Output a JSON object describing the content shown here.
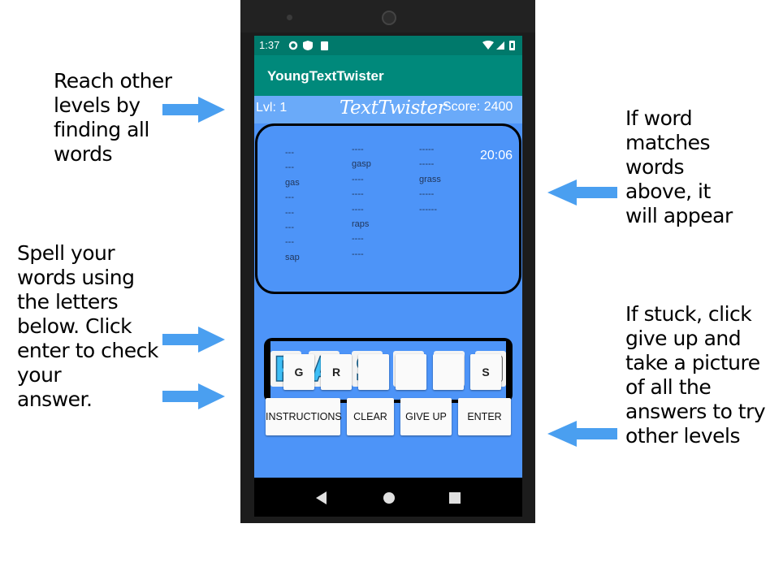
{
  "annotations": {
    "top_left": "Reach other\nlevels by\nfinding all\nwords",
    "middle_left": "Spell your\nwords using\nthe letters\nbelow. Click\nenter to check\nyour\nanswer.",
    "top_right": "If word\nmatches\nwords\nabove, it\nwill appear",
    "bottom_right": "If stuck, click\ngive up and\ntake a picture\nof all the\nanswers to try\nother levels"
  },
  "status_bar": {
    "time": "1:37"
  },
  "app_bar": {
    "title": "YoungTextTwister"
  },
  "header": {
    "level": "Lvl: 1",
    "logo": "TextTwister",
    "score": "Score: 2400"
  },
  "timer": "20:06",
  "word_columns": [
    [
      "---",
      "---",
      "gas",
      "---",
      "---",
      "---",
      "---",
      "sap"
    ],
    [
      "----",
      "gasp",
      "----",
      "----",
      "----",
      "raps",
      "----",
      "----"
    ],
    [
      "-----",
      "-----",
      "grass",
      "-----",
      "------"
    ]
  ],
  "spelled_slots": [
    "P",
    "A",
    "S",
    "",
    "",
    ""
  ],
  "letter_buttons": [
    "G",
    "R",
    "",
    "",
    "",
    "S"
  ],
  "action_buttons": [
    "INSTRUCTIONS",
    "CLEAR",
    "GIVE UP",
    "ENTER"
  ],
  "colors": {
    "app_bar": "#00897b",
    "content_bg": "#4d94f8",
    "arrow": "#4a9ff0"
  }
}
